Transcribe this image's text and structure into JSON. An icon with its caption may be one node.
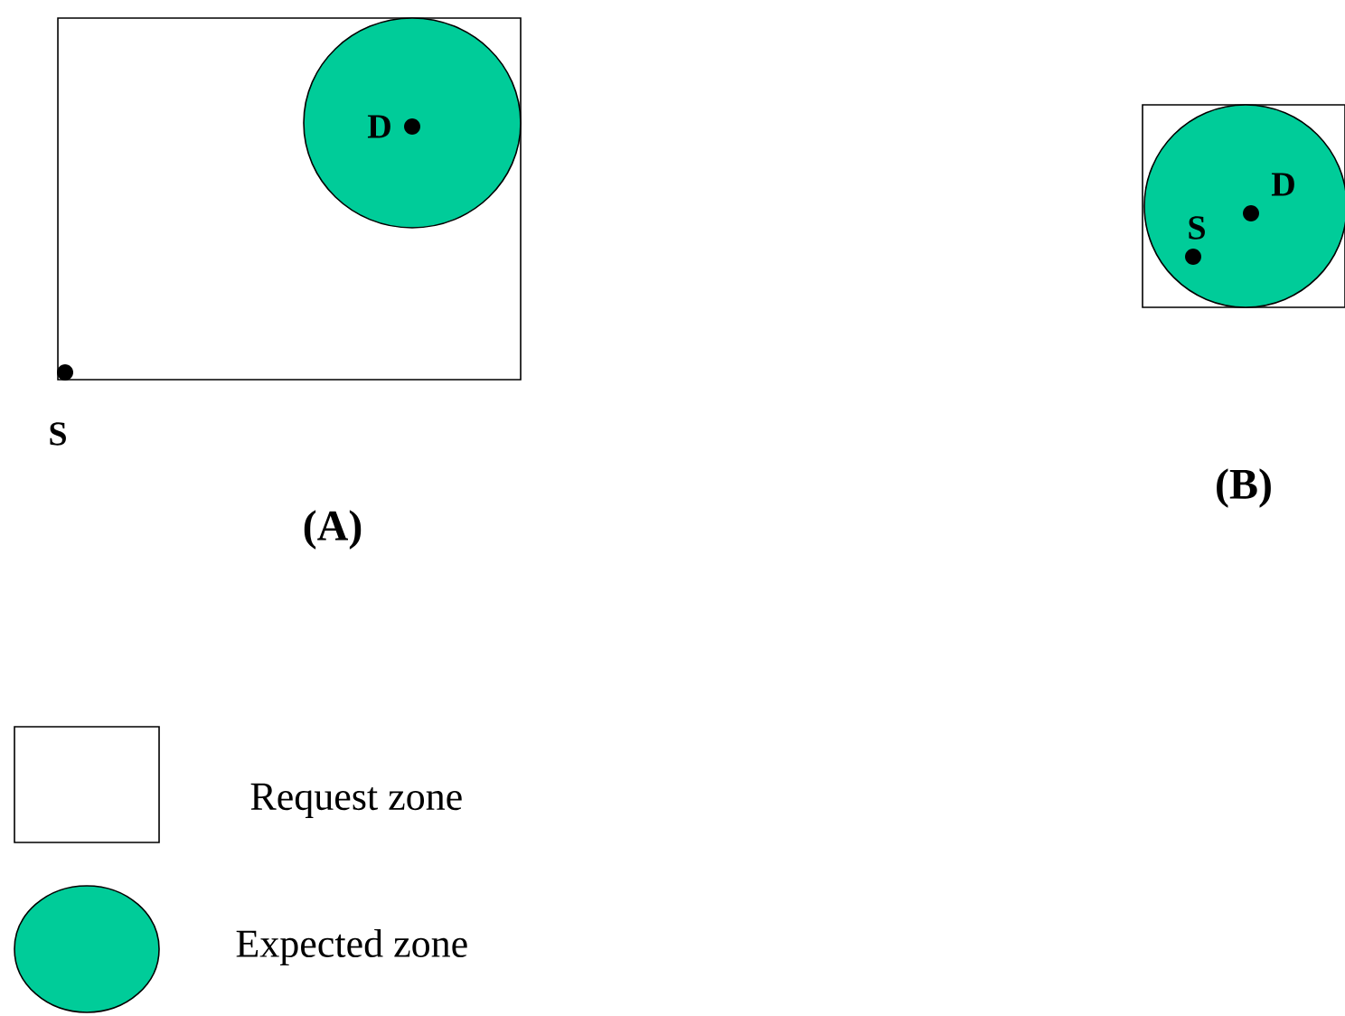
{
  "diagram": {
    "nodes": [
      {
        "text": [],
        "shape": "box"
      },
      {
        "text": [
          "D"
        ],
        "in": 0
      },
      {
        "text": [],
        "shape": "box"
      },
      {
        "text": [
          "D",
          "S"
        ],
        "in": 2
      }
    ],
    "labels": [
      "S",
      "(A)",
      "(B)"
    ],
    "legend": [
      {
        "text": "Request zone"
      },
      {
        "text": "Expected zone",
        "color": "#00cc99"
      }
    ]
  }
}
